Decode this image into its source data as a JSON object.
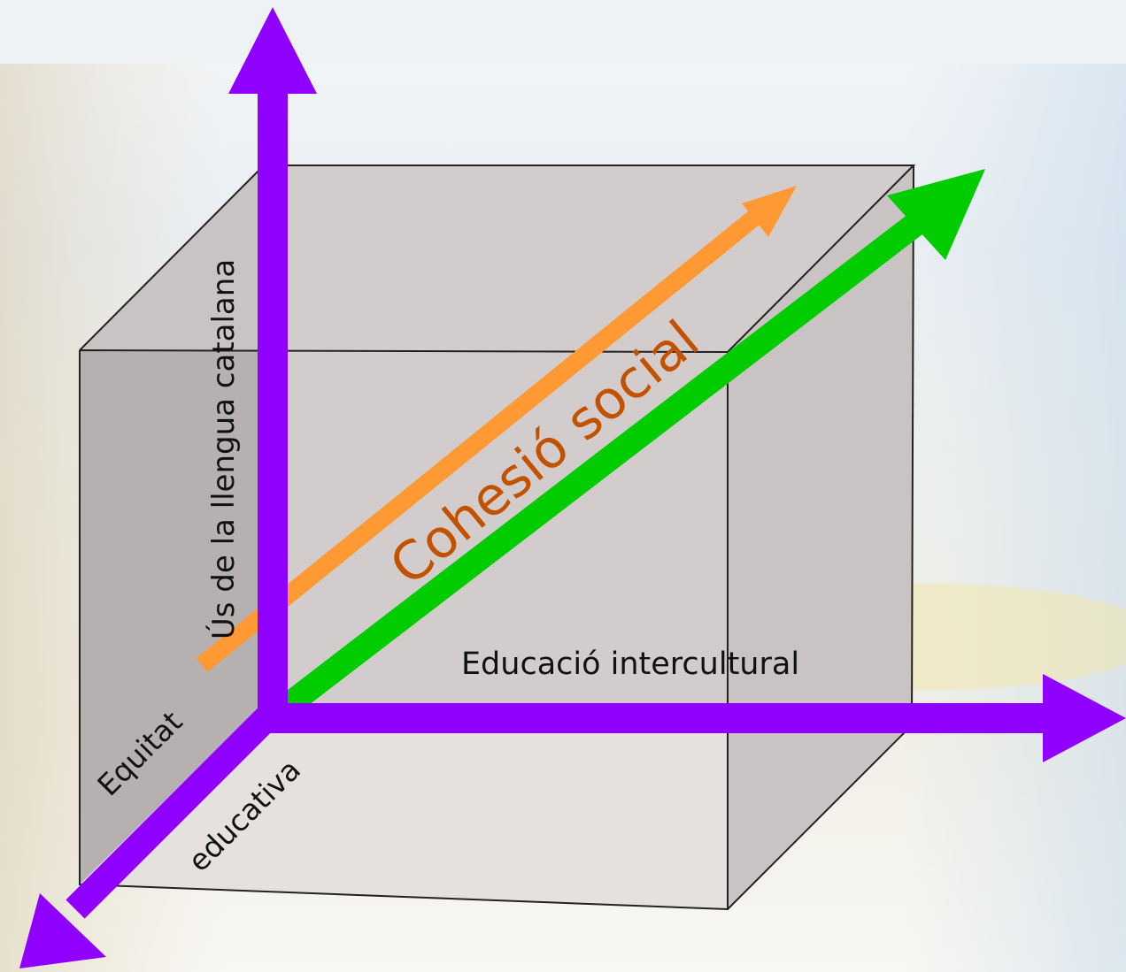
{
  "labels": {
    "vertical_axis": "Ús de la llengua catalana",
    "horizontal_axis": "Educació intercultural",
    "depth_axis_line1": "Equitat",
    "depth_axis_line2": "educativa",
    "diagonal": "Cohesió social"
  },
  "colors": {
    "axis": "#8f00ff",
    "orange_arrow": "#ff9933",
    "green_arrow": "#00cc00",
    "diagonal_text": "#c25200",
    "cube_edge": "#222222",
    "cube_front": "#d3cccc",
    "cube_top": "#cac3c3",
    "cube_side": "#b7b0b0",
    "cube_bottom": "#e6e1df"
  }
}
